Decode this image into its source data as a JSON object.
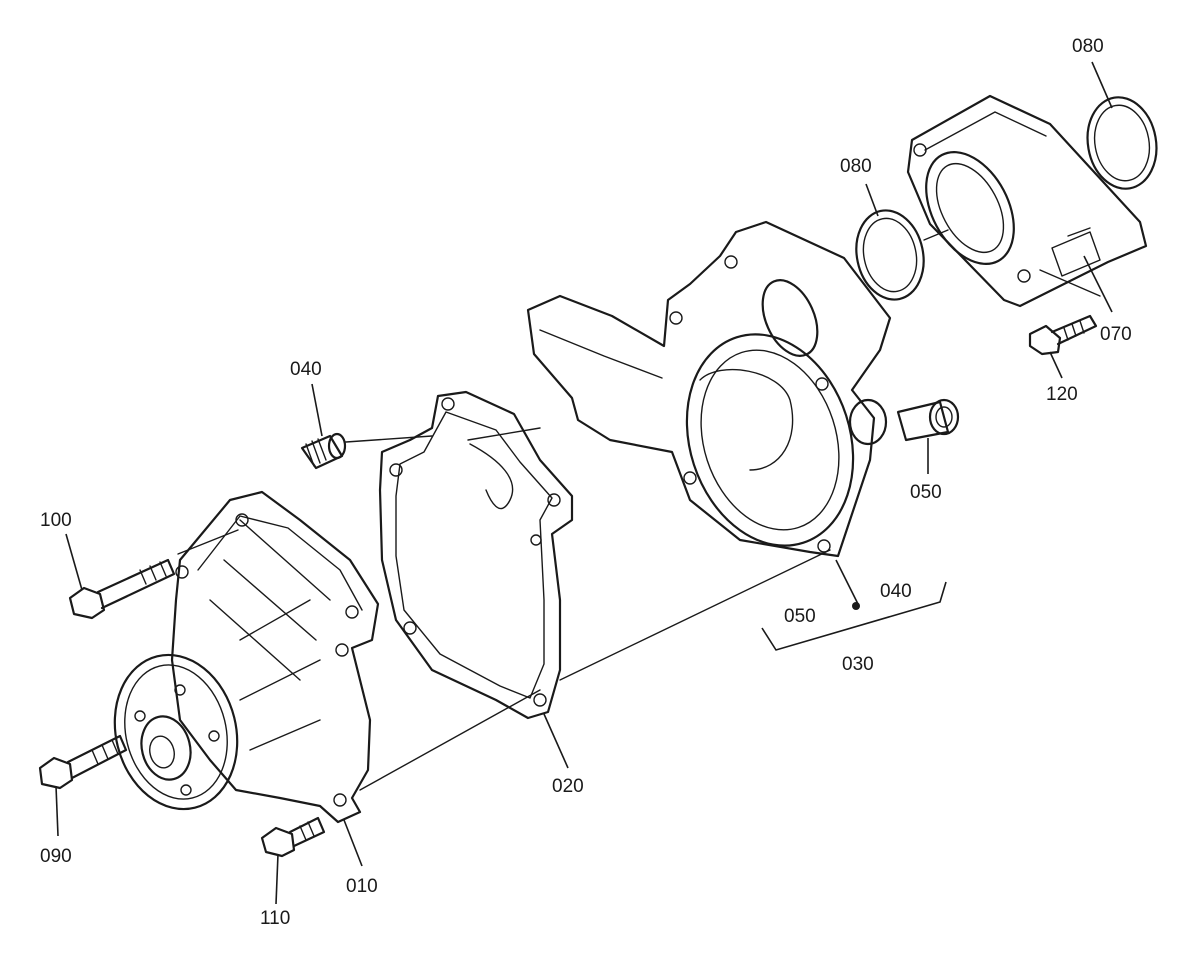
{
  "diagram": {
    "labels": {
      "l010": "010",
      "l020": "020",
      "l030": "030",
      "l040_bolt": "040",
      "l040_kit": "040",
      "l050_right": "050",
      "l050_kit": "050",
      "l070": "070",
      "l080_top": "080",
      "l080_mid": "080",
      "l090": "090",
      "l100": "100",
      "l110": "110",
      "l120": "120"
    },
    "colors": {
      "ink": "#1a1a1a",
      "background": "#ffffff"
    }
  }
}
